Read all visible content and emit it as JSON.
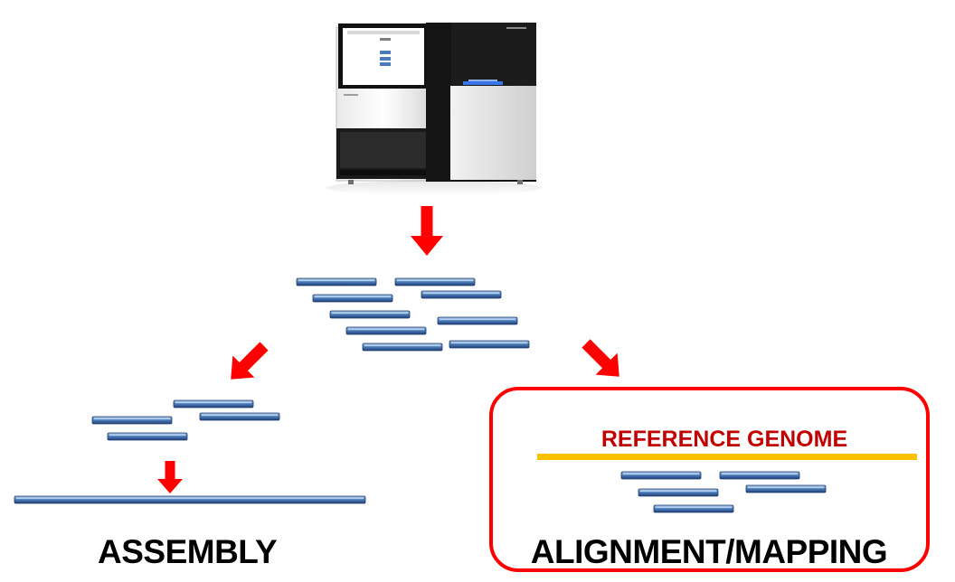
{
  "labels": {
    "assembly": "ASSEMBLY",
    "alignment": "ALIGNMENT/MAPPING",
    "reference": "REFERENCE GENOME"
  },
  "colors": {
    "arrow": "#ff0000",
    "read": "#2f5597",
    "read_highlight": "#9dc3e6",
    "reference_line": "#ffc000",
    "box_border": "#ff0000",
    "reference_text": "#c00000"
  },
  "sequencer": {
    "icon": "sequencing-instrument-icon"
  }
}
